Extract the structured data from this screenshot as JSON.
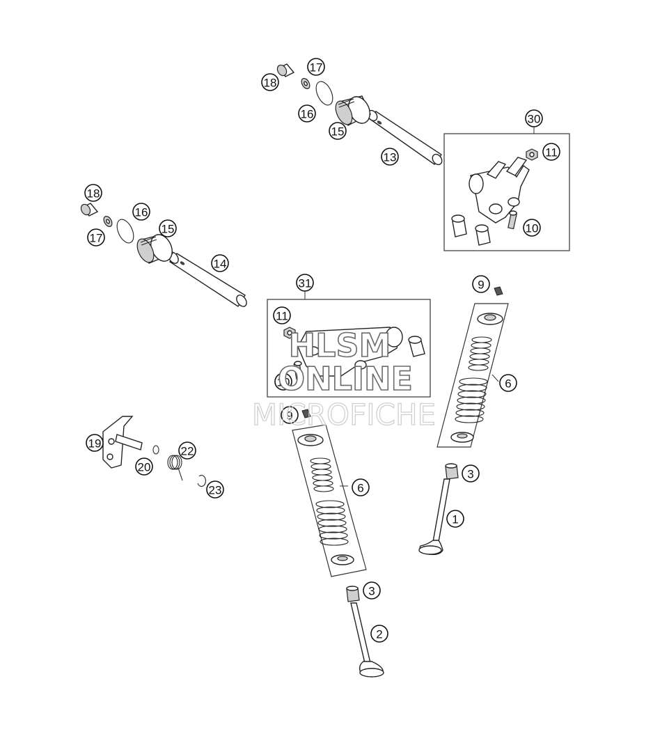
{
  "watermark": {
    "line1": "HLSM",
    "line2": "ONLINE",
    "line3": "MICROFICHE"
  },
  "callouts": [
    "1",
    "2",
    "3",
    "3",
    "6",
    "6",
    "9",
    "9",
    "10",
    "10",
    "11",
    "11",
    "13",
    "14",
    "15",
    "15",
    "16",
    "16",
    "17",
    "17",
    "18",
    "18",
    "19",
    "20",
    "22",
    "23",
    "30",
    "31"
  ],
  "colors": {
    "line": "#222222",
    "watermark_outline": "#6a6a6a",
    "watermark_faint": "#cfcfcf"
  }
}
